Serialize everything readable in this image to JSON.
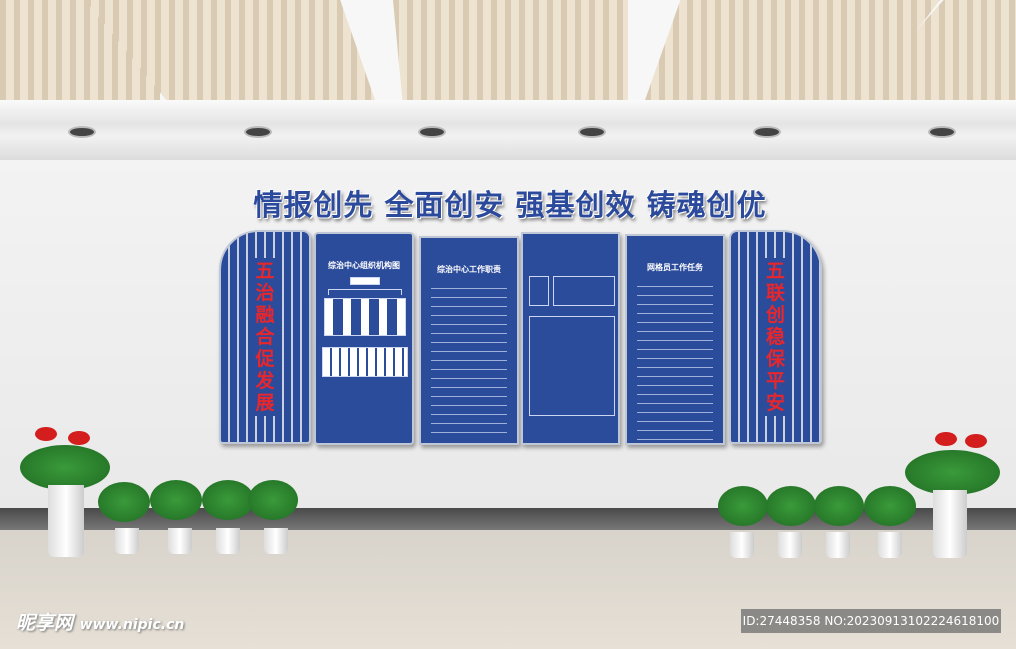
{
  "slogan": "情报创先  全面创安  强基创效  铸魂创优",
  "panels": {
    "left_pillar": "五治融合促发展",
    "org_chart_title": "综治中心组织机构图",
    "duties_title": "综治中心工作职责",
    "grid_tasks_title": "网格员工作任务",
    "right_pillar": "五联创稳保平安"
  },
  "colors": {
    "panel_blue": "#2b4b9b",
    "pillar_text_red": "#e8262b"
  },
  "watermark": {
    "logo": "昵享网",
    "site": "www.nipic.cn",
    "id_text": "ID:27448358 NO:20230913102224618100"
  }
}
